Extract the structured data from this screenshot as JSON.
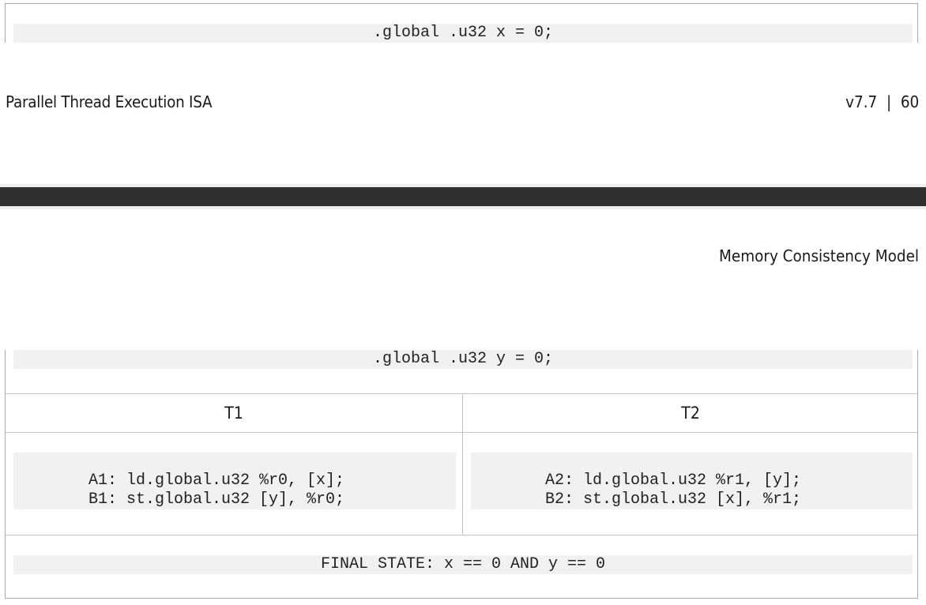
{
  "top_fragment": {
    "code_line": ".global .u32 x = 0;"
  },
  "footer": {
    "document_title": "Parallel Thread Execution ISA",
    "version_page": "v7.7  |  60"
  },
  "next_page_header": {
    "section_title": "Memory Consistency Model"
  },
  "litmus_table": {
    "declaration": ".global .u32 y = 0;",
    "columns": [
      {
        "header": "T1",
        "code": "A1: ld.global.u32 %r0, [x];\nB1: st.global.u32 [y], %r0;"
      },
      {
        "header": "T2",
        "code": "A2: ld.global.u32 %r1, [y];\nB2: st.global.u32 [x], %r1;"
      }
    ],
    "final_state": "FINAL STATE: x == 0 AND y == 0"
  },
  "colors": {
    "page_separator": "#2f2f2f",
    "code_background": "#f1f1f1",
    "table_border": "#a8a8a8"
  }
}
